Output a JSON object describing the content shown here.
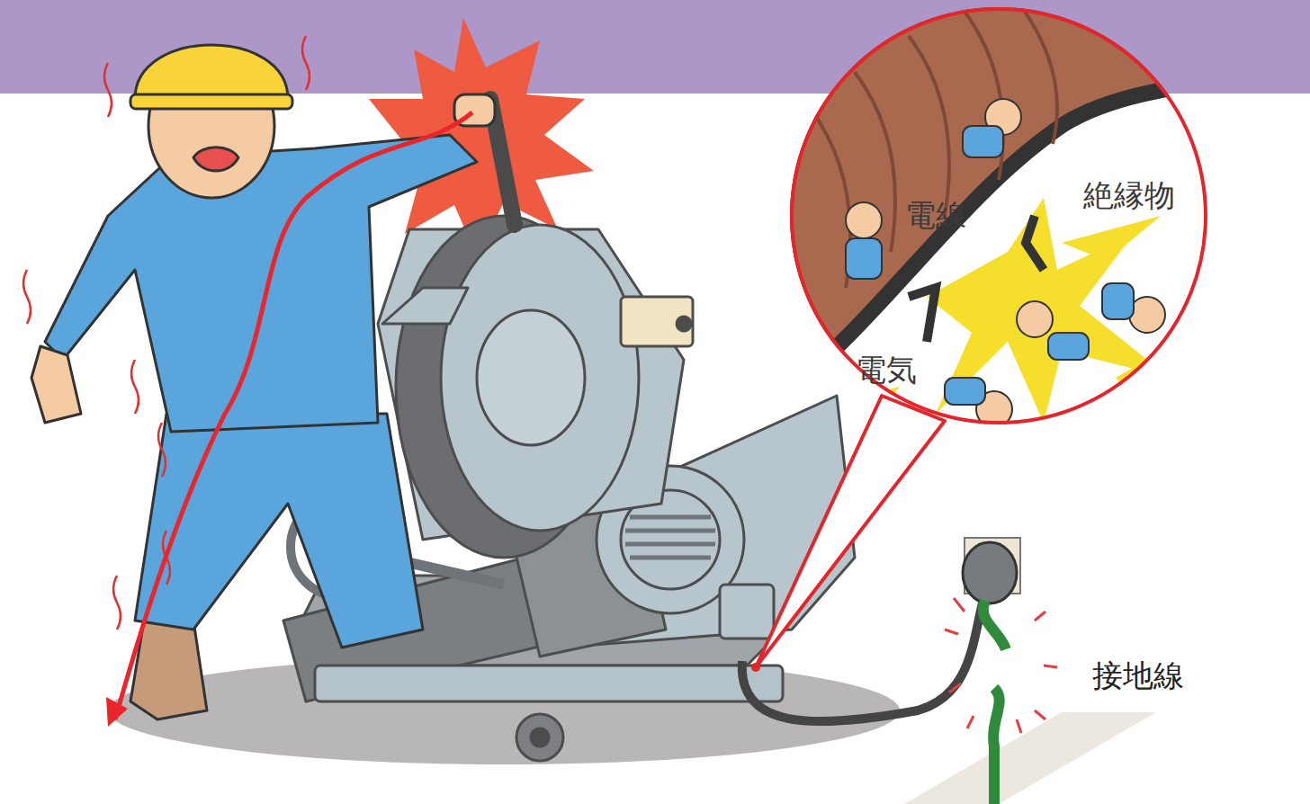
{
  "diagram": {
    "nodes": [
      {
        "text": [
          "電線",
          "絶縁物",
          "電気"
        ]
      }
    ],
    "labels": [
      "接地線"
    ]
  }
}
